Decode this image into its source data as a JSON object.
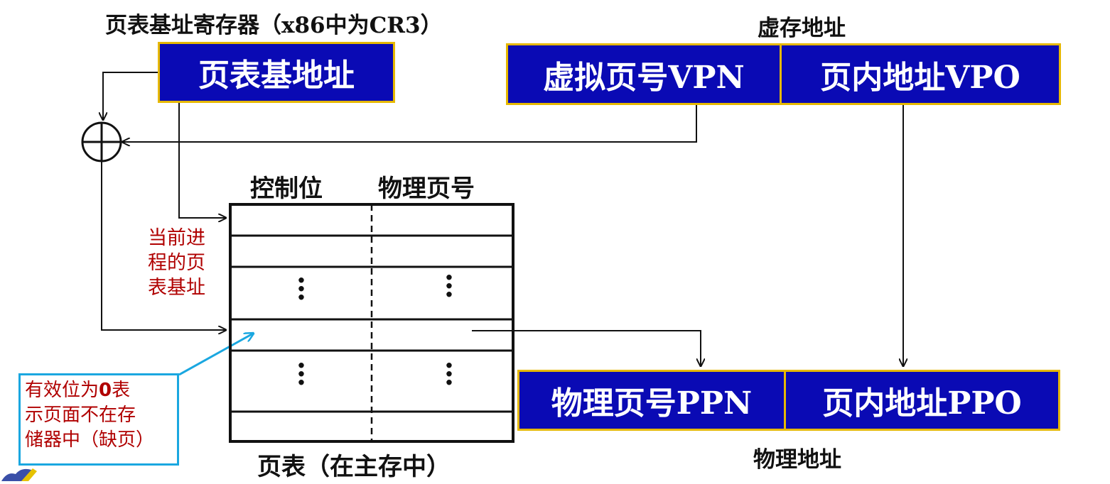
{
  "labels": {
    "register_title": "页表基址寄存器（x86中为CR3）",
    "virtual_address": "虚存地址",
    "physical_address": "物理地址",
    "control_bits": "控制位",
    "physical_page_number_header": "物理页号",
    "page_table_caption": "页表（在主存中）",
    "current_process_line1": "当前进",
    "current_process_line2": "程的页",
    "current_process_line3": "表基址"
  },
  "boxes": {
    "page_table_base": "页表基地址",
    "vpn": "虚拟页号VPN",
    "vpo": "页内地址VPO",
    "ppn": "物理页号PPN",
    "ppo": "页内地址PPO"
  },
  "callout": {
    "line1_pre": "有效位为",
    "line1_bold": "0",
    "line1_post": "表",
    "line2": "示页面不在存",
    "line3": "储器中（缺页）"
  },
  "table": {
    "ellipsis": "⋮"
  },
  "colors": {
    "box_fill": "#0a0ab4",
    "box_border": "#e6b800",
    "annotation_red": "#b00000",
    "callout_border": "#1aa7e0"
  }
}
